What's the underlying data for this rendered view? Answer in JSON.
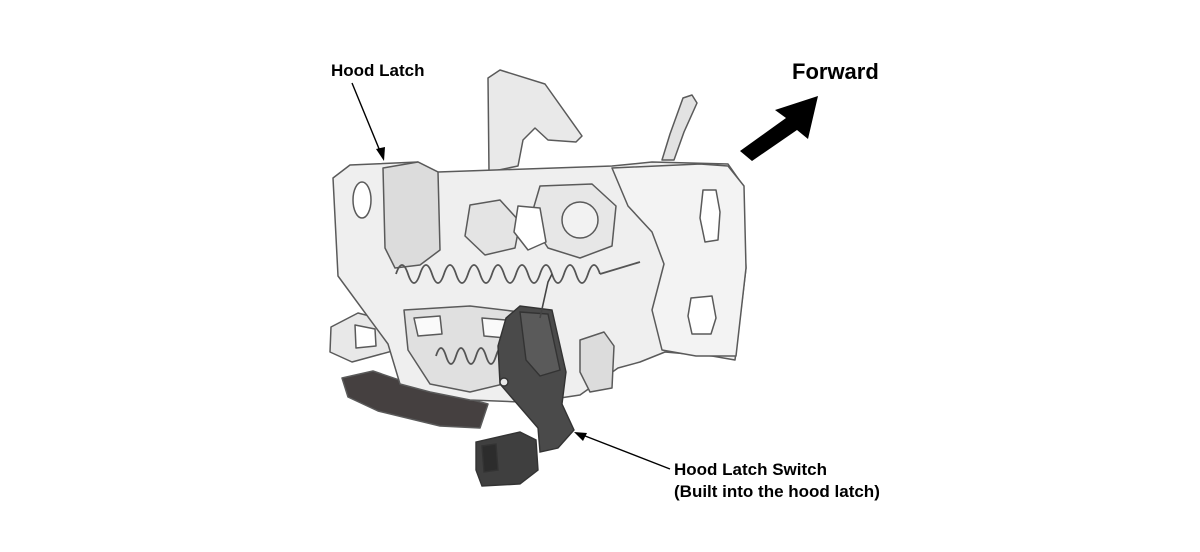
{
  "labels": {
    "hood_latch": "Hood Latch",
    "forward": "Forward",
    "switch_line1": "Hood Latch Switch",
    "switch_line2": "(Built into the hood latch)"
  },
  "colors": {
    "body_light": "#eeeeee",
    "outline": "#5a5a5a",
    "switch_dark": "#4a4a4a",
    "plate_dark": "#454040",
    "arrow": "#000000"
  }
}
